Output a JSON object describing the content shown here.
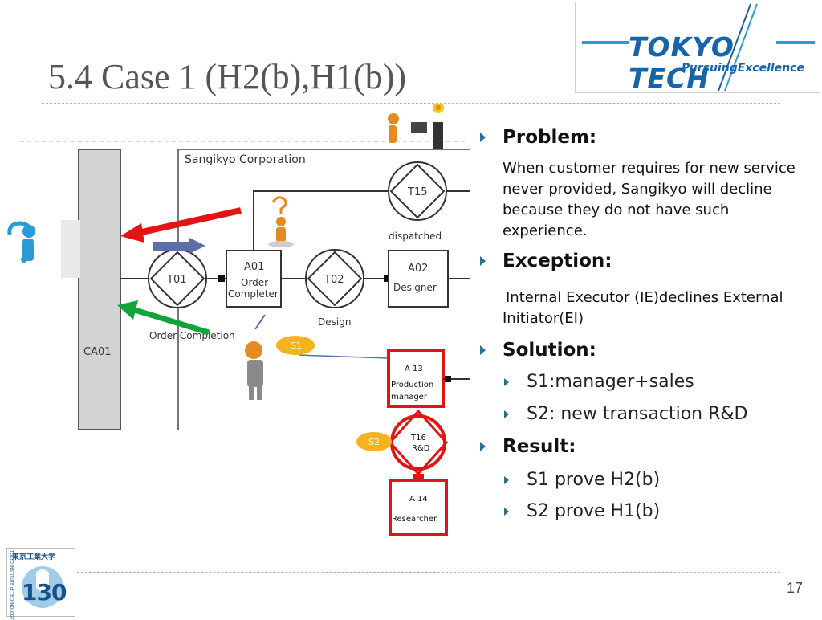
{
  "slide": {
    "title": "5.4 Case 1 (H2(b),H1(b))",
    "page_number": "17"
  },
  "logo": {
    "main": "TOKYO TECH",
    "tagline": "PursuingExcellence"
  },
  "emblem": {
    "uni_text": "東京工業大学",
    "number": "130",
    "side_text": "TOKYO INSTITUTE of TECHNOLOGY"
  },
  "diagram": {
    "org_label": "Sangikyo Corporation",
    "ca01": "CA01",
    "t15": "T15",
    "dispatched": "dispatched",
    "t01": "T01",
    "order_completion": "Order Completion",
    "a01": "A01",
    "order_completer_1": "Order",
    "order_completer_2": "Completer",
    "t02": "T02",
    "design": "Design",
    "a02": "A02",
    "designer": "Designer",
    "s1": "S1",
    "s2": "S2",
    "a13": "A 13",
    "production_1": "Production",
    "production_2": "manager",
    "t16": "T16",
    "rd": "R&D",
    "a14": "A 14",
    "researcher": "Researcher"
  },
  "content": {
    "problem_heading": "Problem:",
    "problem_text": "When customer requires for new service never provided, Sangikyo will decline because they do not have such experience.",
    "exception_heading": "Exception:",
    "exception_text": "Internal Executor (IE)declines External Initiator(EI)",
    "solution_heading": "Solution:",
    "solution_items": [
      "S1:manager+sales",
      "S2: new transaction R&D"
    ],
    "result_heading": "Result:",
    "result_items": [
      "S1 prove H2(b)",
      "S2 prove H1(b)"
    ]
  },
  "colors": {
    "title": "#555555",
    "bullet": "#2b6e91",
    "highlight_red": "#e31414",
    "highlight_green": "#12a33a",
    "badge_yellow": "#f5b41e",
    "logo_blue": "#1565ad"
  }
}
